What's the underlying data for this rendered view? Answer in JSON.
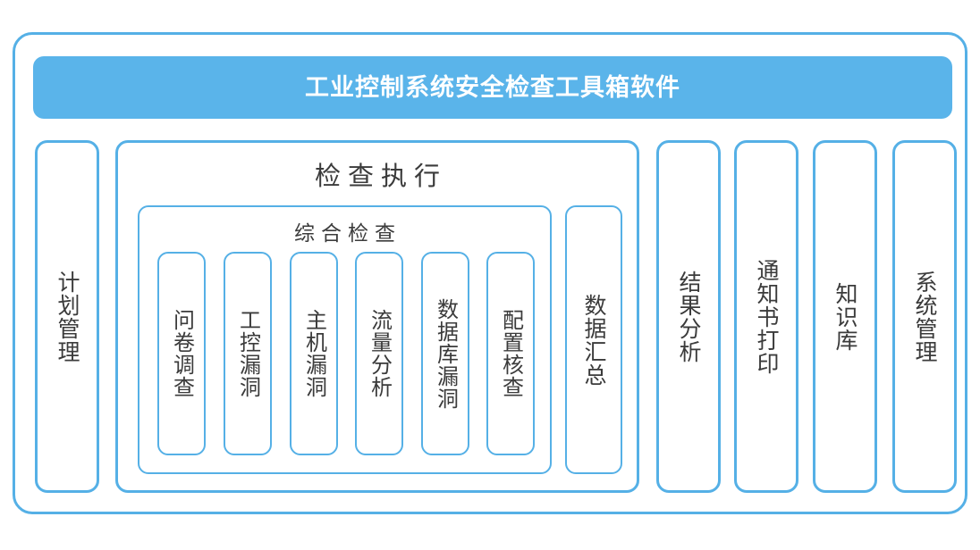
{
  "app": {
    "title": "工业控制系统安全检查工具箱软件",
    "accent_color": "#55b0e6",
    "title_bar_color": "#5ab4ea",
    "text_color": "#3b3b3b"
  },
  "modules": {
    "plan_management": "计划管理",
    "inspection_execution": "检查执行",
    "comprehensive_inspection": "综合检查",
    "comprehensive_items": [
      "问卷调查",
      "工控漏洞",
      "主机漏洞",
      "流量分析",
      "数据库漏洞",
      "配置核查"
    ],
    "data_summary": "数据汇总",
    "result_analysis": "结果分析",
    "notice_printing": "通知书打印",
    "knowledge_base": "知识库",
    "system_management": "系统管理"
  }
}
